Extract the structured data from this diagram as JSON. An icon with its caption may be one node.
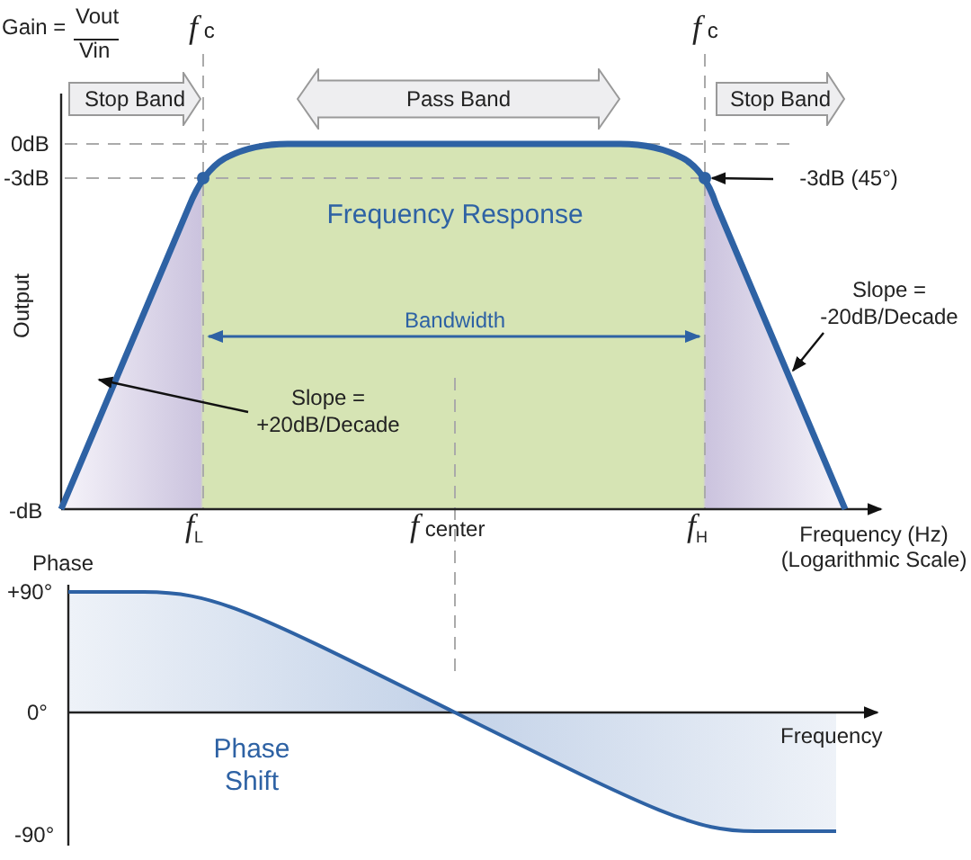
{
  "diagram": {
    "nodes": [
      {
        "text": [
          "Stop Band"
        ]
      },
      {
        "text": [
          "Pass Band"
        ]
      },
      {
        "text": [
          "Stop Band"
        ]
      },
      {
        "text": [
          "-3dB (45°)"
        ]
      },
      {
        "text": [
          "Slope = +20dB/Decade"
        ]
      },
      {
        "text": [
          "Slope = -20dB/Decade"
        ]
      }
    ],
    "edges": [
      {
        "from": 3,
        "to": null,
        "arrow": "to"
      },
      {
        "from": 4,
        "to": null,
        "arrow": "to"
      },
      {
        "from": 5,
        "to": null,
        "arrow": "to"
      }
    ],
    "labels": [
      "Gain =",
      "Vout",
      "Vin",
      "*f* c",
      "*f* c",
      "0dB",
      "-3dB",
      "Frequency Response",
      "Output",
      "Bandwidth",
      "-dB",
      "*f*$_{L}$",
      "*f* center",
      "*f*$_{H}$",
      "Frequency (Hz) (Logarithmic Scale)",
      "Phase",
      "+90°",
      "0°",
      "Phase Shift",
      "Frequency",
      "-90°"
    ]
  }
}
